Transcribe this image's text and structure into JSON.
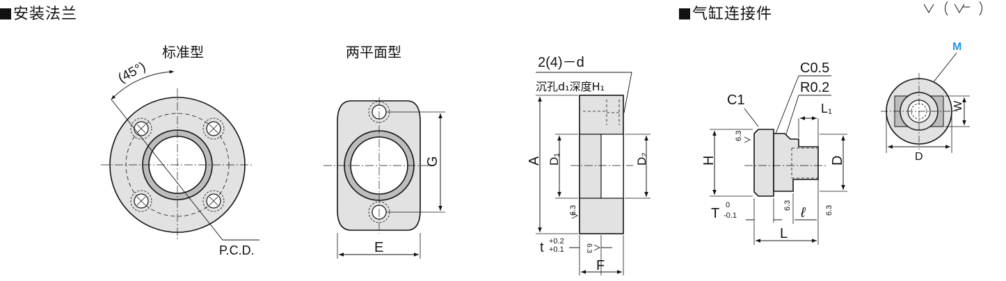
{
  "sections": {
    "mounting_flange": {
      "heading": "安装法兰"
    },
    "cylinder_connector": {
      "heading": "气缸连接件"
    }
  },
  "views": {
    "standard": {
      "label": "标准型",
      "angle": "(45°)",
      "pcd": "P.C.D."
    },
    "two_flat": {
      "label": "两平面型",
      "e": "E",
      "g": "G"
    },
    "section": {
      "holes": "2(4)－d",
      "counterbore": "沉孔d₁深度H₁",
      "a": "A",
      "d1": "D₁",
      "d2": "D₂",
      "t": "t",
      "t_tol_upper": "+0.2",
      "t_tol_lower": "+0.1",
      "f": "F",
      "roughness": "6.3"
    },
    "connector": {
      "c05": "C0.5",
      "r02": "R0.2",
      "c1": "C1",
      "l1": "L₁",
      "h": "H",
      "d": "D",
      "t_label": "T",
      "t_tol_upper": "0",
      "t_tol_lower": "-0.1",
      "ell": "ℓ",
      "l": "L",
      "roughness": "6.3"
    },
    "end": {
      "m": "M",
      "w": "W",
      "d": "D"
    }
  },
  "colors": {
    "line": "#111111",
    "fill": "#e2e2e2",
    "accent": "#1f9ae0"
  }
}
